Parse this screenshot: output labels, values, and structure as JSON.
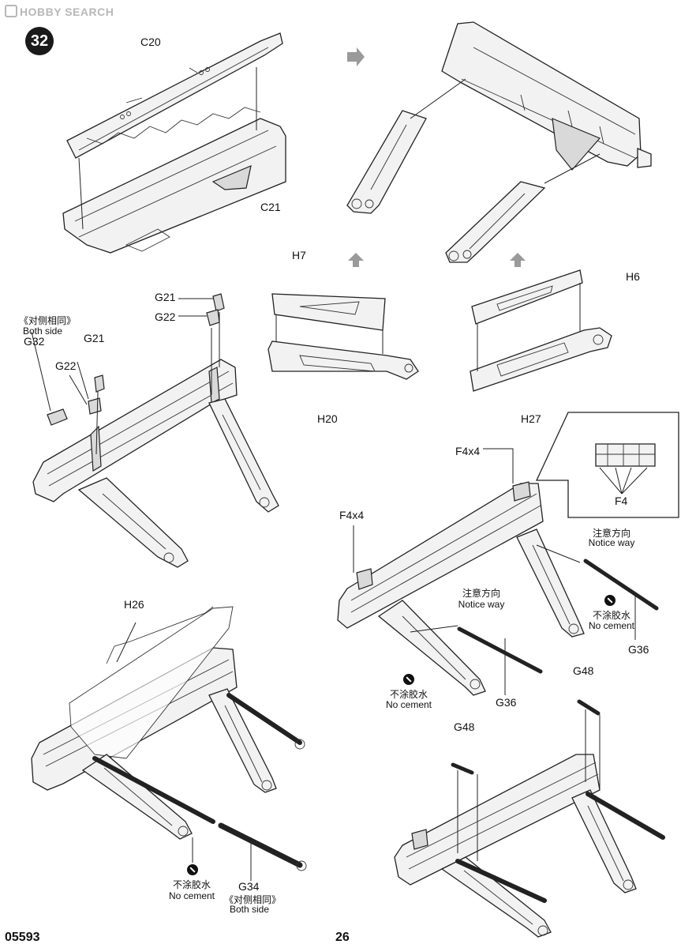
{
  "watermark": "HOBBY SEARCH",
  "step_number": "32",
  "parts": {
    "c20": "C20",
    "c21": "C21",
    "h7": "H7",
    "h6": "H6",
    "h20": "H20",
    "h27": "H27",
    "g21_a": "G21",
    "g22_a": "G22",
    "g21_b": "G21",
    "g22_b": "G22",
    "g32": "G32",
    "h26": "H26",
    "f4x4_a": "F4x4",
    "f4x4_b": "F4x4",
    "f4": "F4",
    "g36_a": "G36",
    "g36_b": "G36",
    "g48_a": "G48",
    "g48_b": "G48",
    "g34": "G34"
  },
  "notes": {
    "both_side_cn": "《对侧相同》",
    "both_side_en": "Both side",
    "notice_cn": "注意方向",
    "notice_en": "Notice way",
    "no_cement_cn": "不涂胶水",
    "no_cement_en": "No cement"
  },
  "footer": {
    "code": "05593",
    "page": "26"
  }
}
